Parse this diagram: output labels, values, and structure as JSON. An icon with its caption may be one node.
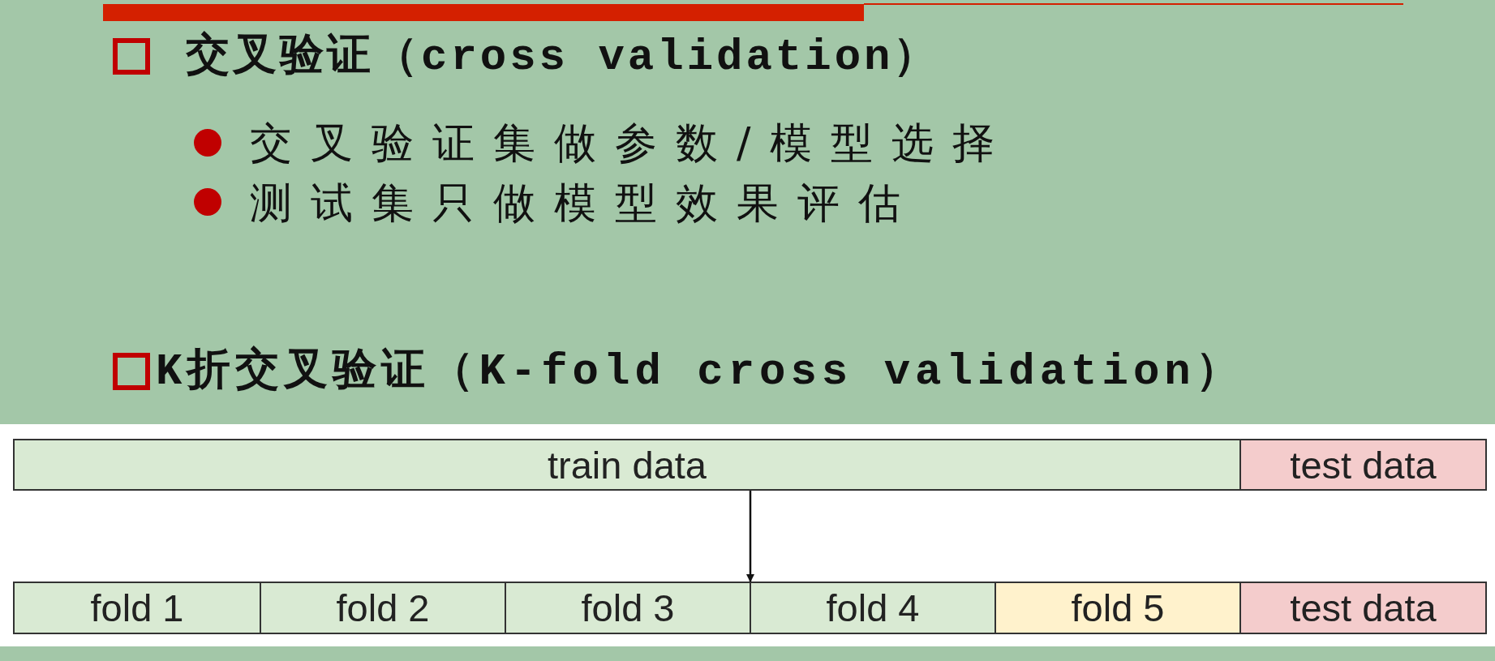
{
  "diagram": {
    "nodes": [
      {
        "text": [
          "train data"
        ]
      },
      {
        "text": [
          "test data"
        ]
      },
      {
        "text": [
          "fold 1"
        ]
      },
      {
        "text": [
          "fold 2"
        ]
      },
      {
        "text": [
          "fold 3"
        ]
      },
      {
        "text": [
          "fold 4"
        ]
      },
      {
        "text": [
          "fold 5"
        ]
      },
      {
        "text": [
          "test data"
        ]
      }
    ],
    "edges": [
      {
        "from": 0,
        "to": 4,
        "arrow": "to"
      }
    ],
    "labels": [
      "交叉验证（cross validation）",
      "交叉验证集做参数/模型选择",
      "测试集只做模型效果评估",
      "K折交叉验证（K-fold cross validation）"
    ]
  }
}
